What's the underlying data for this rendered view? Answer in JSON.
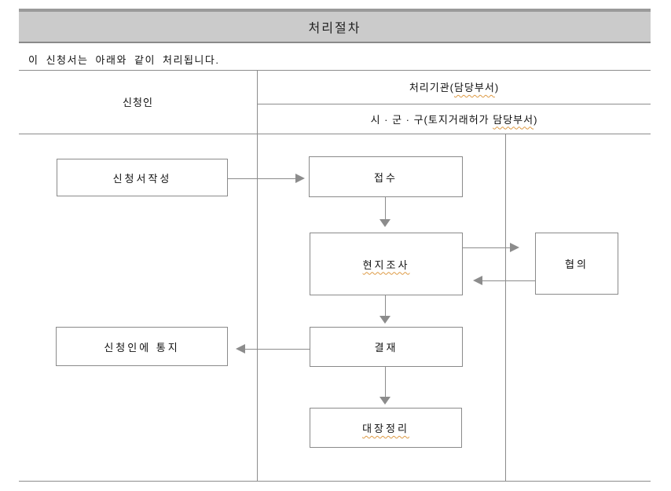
{
  "page": {
    "title_bar": "처리절차",
    "intro": "이 신청서는 아래와 같이 처리됩니다."
  },
  "table_headers": {
    "applicant": "신청인",
    "agency_prefix": "처리기관(",
    "agency_marked": "담당부서",
    "agency_suffix": ")",
    "district_prefix": "시 · 군 · 구(토지거래허가 ",
    "district_marked": "담당부서",
    "district_suffix": ")"
  },
  "flow_boxes": {
    "write_application": "신청서작성",
    "receipt": "접수",
    "field_survey": "현지조사",
    "consultation": "협의",
    "notify_applicant": "신청인에 통지",
    "approval": "결재",
    "ledger_update": "대장정리"
  },
  "colors": {
    "bar_fill": "#cbcbcb",
    "bar_top_edge": "#9a9a9a",
    "rule_gray": "#8c8c8c",
    "box_border": "#8a8a8a",
    "misspell_underline": "#dd9a44",
    "text": "#1a1a1a"
  }
}
